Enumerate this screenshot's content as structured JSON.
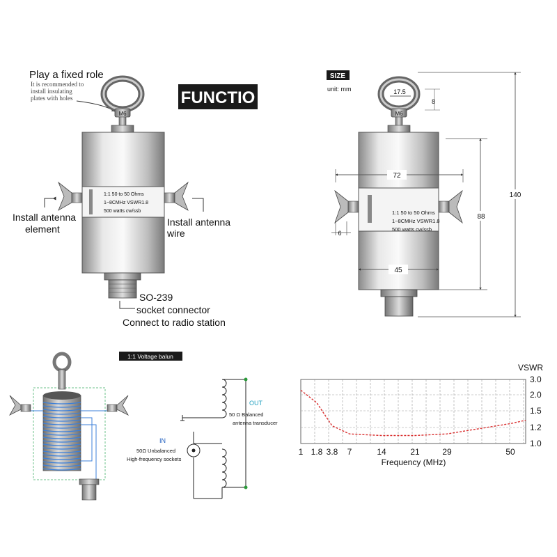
{
  "function_panel": {
    "title": "FUNCTIO",
    "fixed_role_title": "Play a fixed role",
    "fixed_role_note": [
      "It is recommended to",
      "install insulating",
      "plates with holes"
    ],
    "bolt_label": "M6",
    "label_lines": [
      "1:1 50 to 50 Ohms",
      "1~8CMHz VSWR1.8",
      "500 watts cw/ssb"
    ],
    "left_callout": [
      "Install antenna",
      "element"
    ],
    "right_callout": [
      "Install antenna",
      "wire"
    ],
    "bottom_callout": [
      "SO-239",
      "socket connector",
      "Connect to radio station"
    ]
  },
  "size_panel": {
    "title": "SIZE",
    "unit": "unit: mm",
    "bolt_label": "M6",
    "label_lines": [
      "1:1 50 to 50 Ohms",
      "1~8CMHz VSWR1.8",
      "500 watts cw/ssb"
    ],
    "dims": {
      "ring": "17.5",
      "ring_height": "8",
      "width": "72",
      "height_body": "88",
      "height_total": "140",
      "wing": "6",
      "diameter": "45"
    }
  },
  "balun_panel": {
    "title": "1:1 Voltage balun",
    "in_label": "IN",
    "in_desc": [
      "50Ω Unbalanced",
      "High-frequency sockets"
    ],
    "out_label": "OUT",
    "out_desc": [
      "50 Ω Balanced",
      "antenna transducer"
    ],
    "colors": {
      "in": "#1f5fbf",
      "out": "#1f9fbf",
      "coil": "#3b7fd9"
    }
  },
  "chart_data": {
    "type": "line",
    "y_title": "VSWR",
    "xlabel": "Frequency (MHz)",
    "x_ticks": [
      "1",
      "1.8",
      "3.8",
      "7",
      "14",
      "21",
      "29",
      "50"
    ],
    "y_ticks": [
      "1.0",
      "1.2",
      "1.5",
      "2.0",
      "3.0"
    ],
    "ylim": [
      1.0,
      3.0
    ],
    "grid": true,
    "series": [
      {
        "x": [
          1,
          1.8,
          3.8,
          7,
          14,
          21,
          29,
          50,
          55
        ],
        "y": [
          2.3,
          1.75,
          1.23,
          1.12,
          1.1,
          1.1,
          1.12,
          1.27,
          1.33
        ],
        "color": "#d93030"
      }
    ]
  }
}
